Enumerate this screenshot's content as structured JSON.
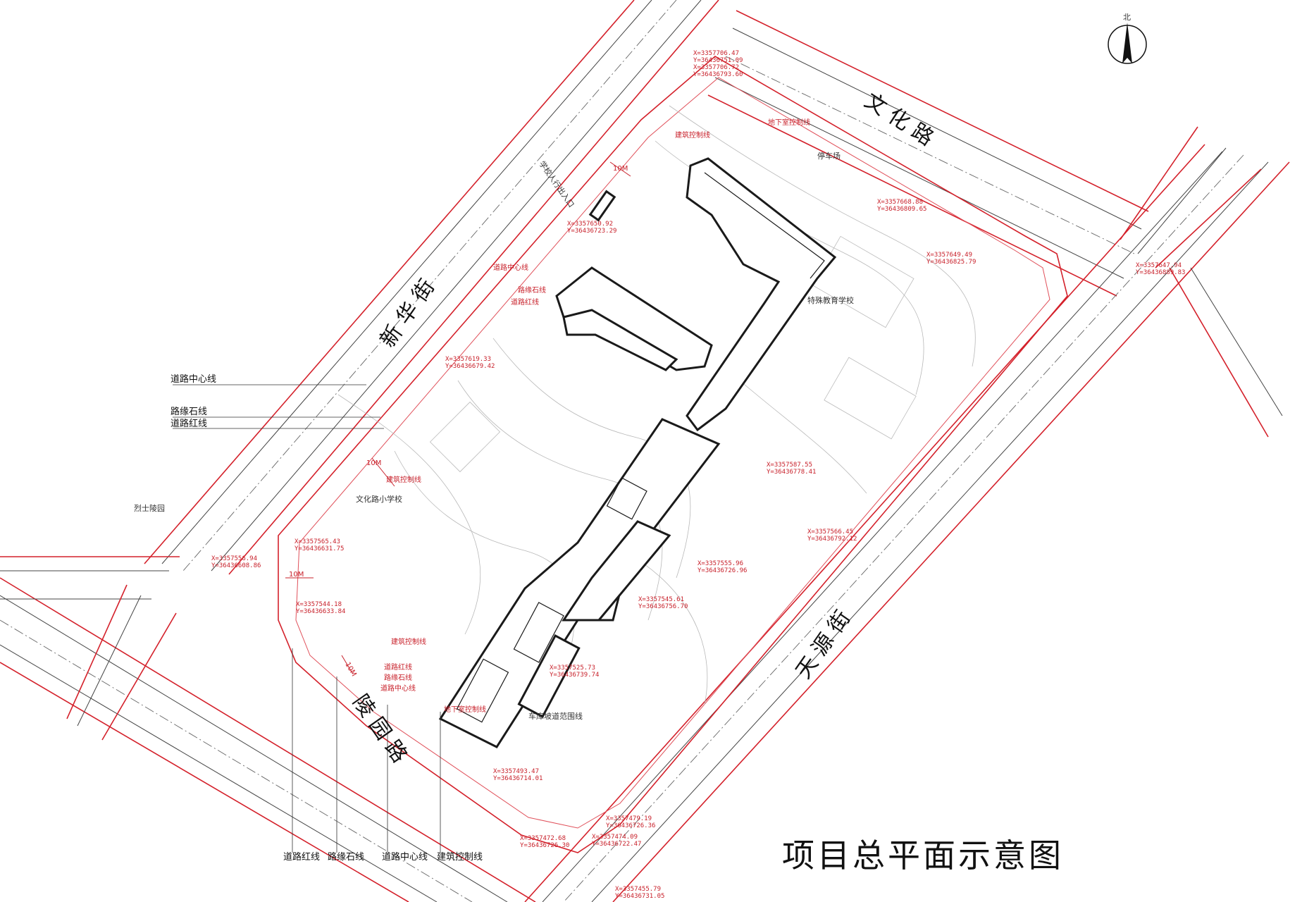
{
  "roads": {
    "wenhua": "文 化 路",
    "xinhua": "新 华 街",
    "tianyuan": "天 源 街",
    "lingyuan": "陵 园 路"
  },
  "places": {
    "primary_school": "文化路小学校",
    "special_school": "特殊教育学校",
    "parking": "停车场",
    "martyrs_cemetery": "烈士陵园"
  },
  "labels": {
    "road_centerline": "道路中心线",
    "curb_line": "路缘石线",
    "road_red_line": "道路红线",
    "building_control_line": "建筑控制线",
    "underground_control_line": "地下室控制线",
    "school_pedestrian_entrance": "学校人行出入口",
    "setback_10m": "10M",
    "ramp_note": "车库坡道范围线"
  },
  "legend": {
    "left": [
      "道路中心线",
      "路缘石线",
      "道路红线"
    ],
    "bottom": [
      "道路红线",
      "路缘石线",
      "道路中心线",
      "建筑控制线"
    ]
  },
  "coordinates": [
    {
      "x": "X=3357706.47",
      "y": "Y=36436751.09"
    },
    {
      "x": "X=3357706.72",
      "y": "Y=36436793.60"
    },
    {
      "x": "X=3357668.88",
      "y": "Y=36436809.65"
    },
    {
      "x": "X=3357650.92",
      "y": "Y=36436723.29"
    },
    {
      "x": "X=3357649.49",
      "y": "Y=36436825.79"
    },
    {
      "x": "X=3357647.94",
      "y": "Y=36436889.83"
    },
    {
      "x": "X=3357619.33",
      "y": "Y=36436679.42"
    },
    {
      "x": "X=3357587.55",
      "y": "Y=36436778.41"
    },
    {
      "x": "X=3357566.45",
      "y": "Y=36436792.12"
    },
    {
      "x": "X=3357565.43",
      "y": "Y=36436631.75"
    },
    {
      "x": "X=3357556.94",
      "y": "Y=36436608.86"
    },
    {
      "x": "X=3357555.96",
      "y": "Y=36436726.96"
    },
    {
      "x": "X=3357545.61",
      "y": "Y=36436756.70"
    },
    {
      "x": "X=3357544.18",
      "y": "Y=36436633.84"
    },
    {
      "x": "X=3357525.73",
      "y": "Y=36436739.74"
    },
    {
      "x": "X=3357493.47",
      "y": "Y=36436714.01"
    },
    {
      "x": "X=3357479.19",
      "y": "Y=36436726.36"
    },
    {
      "x": "X=3357474.09",
      "y": "Y=36436722.47"
    },
    {
      "x": "X=3357472.68",
      "y": "Y=36436726.30"
    },
    {
      "x": "X=3357455.79",
      "y": "Y=36436731.05"
    }
  ],
  "north_arrow_label": "北",
  "title": "项目总平面示意图"
}
